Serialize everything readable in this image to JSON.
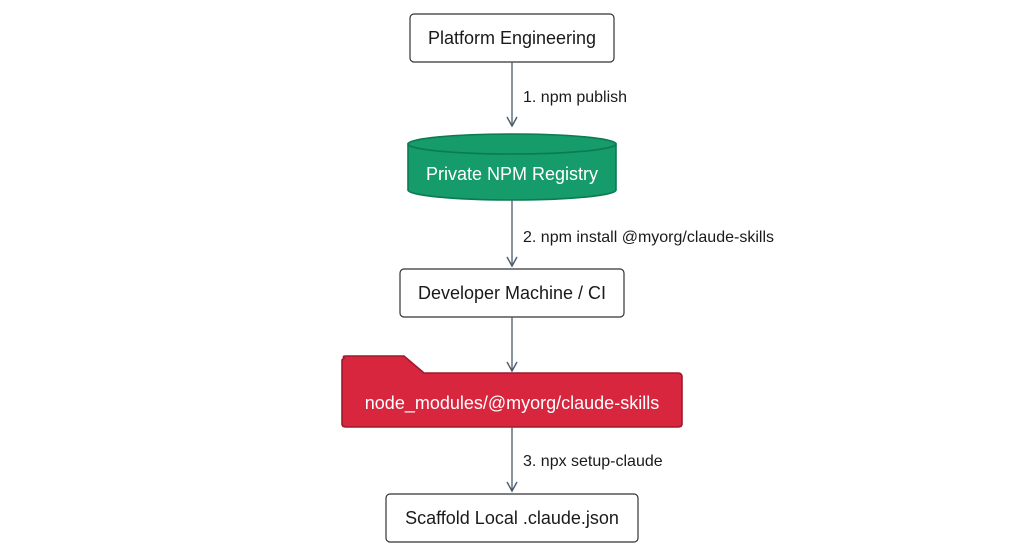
{
  "nodes": {
    "platform": "Platform Engineering",
    "registry": "Private NPM Registry",
    "developer": "Developer Machine / CI",
    "node_modules": "node_modules/@myorg/claude-skills",
    "scaffold": "Scaffold Local .claude.json"
  },
  "edges": {
    "publish": "1. npm publish",
    "install": "2. npm install @myorg/claude-skills",
    "setup": "3. npx setup-claude"
  },
  "colors": {
    "registry_fill": "#169b6b",
    "registry_stroke": "#0c7a52",
    "folder_fill": "#d7263d",
    "folder_stroke": "#9f1a2b",
    "box_stroke": "#333333",
    "arrow": "#4a5a6a"
  }
}
